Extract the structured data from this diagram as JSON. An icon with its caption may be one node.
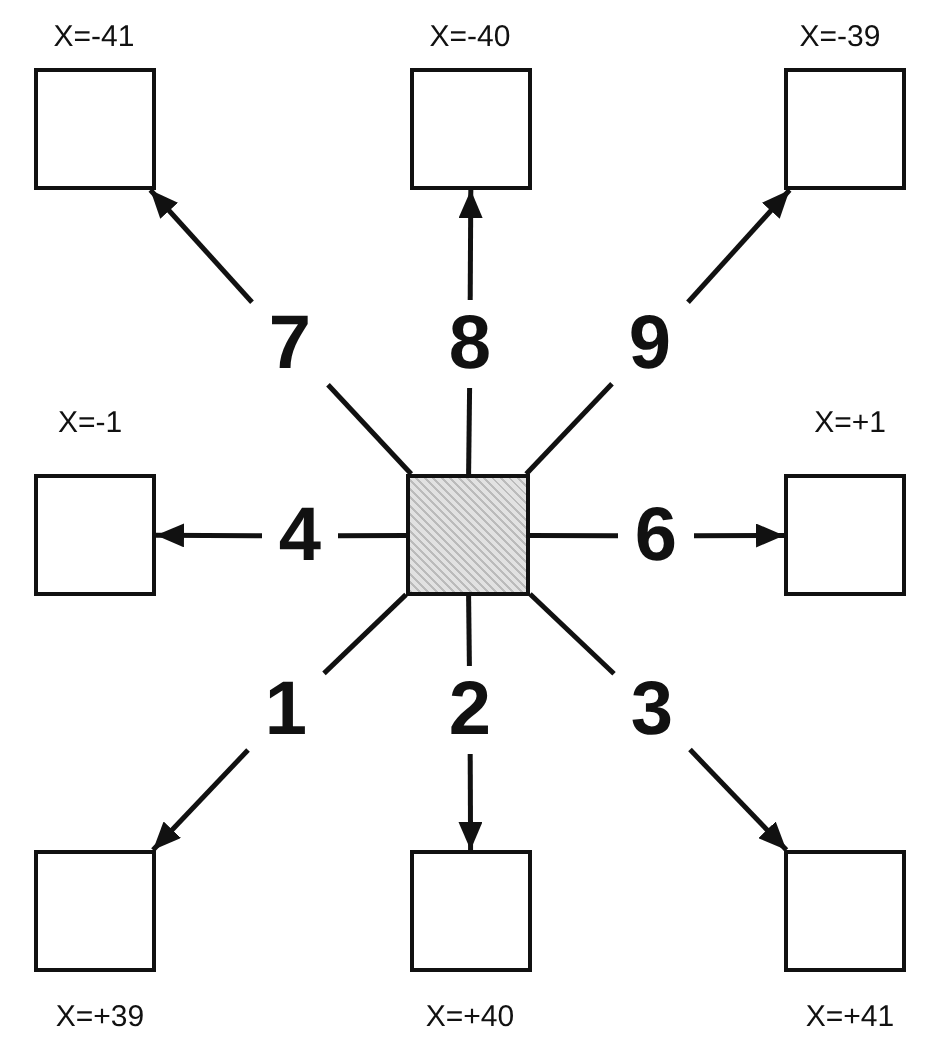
{
  "diagram": {
    "nodes": [
      {
        "text": [],
        "shape": "box",
        "beside": [
          "X=-41"
        ]
      },
      {
        "text": [],
        "shape": "box",
        "beside": [
          "X=-40"
        ]
      },
      {
        "text": [],
        "shape": "box",
        "beside": [
          "X=-39"
        ]
      },
      {
        "text": [
          "7"
        ]
      },
      {
        "text": [
          "8"
        ]
      },
      {
        "text": [
          "9"
        ]
      },
      {
        "text": [],
        "shape": "box",
        "beside": [
          "X=-1"
        ]
      },
      {
        "text": [
          "4"
        ]
      },
      {
        "text": [],
        "shape": "box"
      },
      {
        "text": [
          "6"
        ]
      },
      {
        "text": [],
        "shape": "box",
        "beside": [
          "X=+1"
        ]
      },
      {
        "text": [
          "1"
        ]
      },
      {
        "text": [
          "2"
        ]
      },
      {
        "text": [
          "3"
        ]
      },
      {
        "text": [],
        "shape": "box",
        "beside": [
          "X=+39"
        ]
      },
      {
        "text": [],
        "shape": "box",
        "beside": [
          "X=+40"
        ]
      },
      {
        "text": [],
        "shape": "box",
        "beside": [
          "X=+41"
        ]
      }
    ],
    "edges": [
      {
        "from": 3,
        "to": 0,
        "arrow": "to"
      },
      {
        "from": 4,
        "to": 1,
        "arrow": "to"
      },
      {
        "from": 5,
        "to": 2,
        "arrow": "to"
      },
      {
        "from": 7,
        "to": 6,
        "arrow": "to"
      },
      {
        "from": 9,
        "to": 10,
        "arrow": "to"
      },
      {
        "from": 11,
        "to": 14,
        "arrow": "to"
      },
      {
        "from": 12,
        "to": 15,
        "arrow": "to"
      },
      {
        "from": 13,
        "to": 16,
        "arrow": "to"
      },
      {
        "from": 8,
        "to": 3,
        "arrow": "none"
      },
      {
        "from": 8,
        "to": 4,
        "arrow": "none"
      },
      {
        "from": 8,
        "to": 5,
        "arrow": "none"
      },
      {
        "from": 8,
        "to": 7,
        "arrow": "none"
      },
      {
        "from": 8,
        "to": 9,
        "arrow": "none"
      },
      {
        "from": 8,
        "to": 11,
        "arrow": "none"
      },
      {
        "from": 8,
        "to": 12,
        "arrow": "none"
      },
      {
        "from": 8,
        "to": 13,
        "arrow": "none"
      }
    ]
  }
}
